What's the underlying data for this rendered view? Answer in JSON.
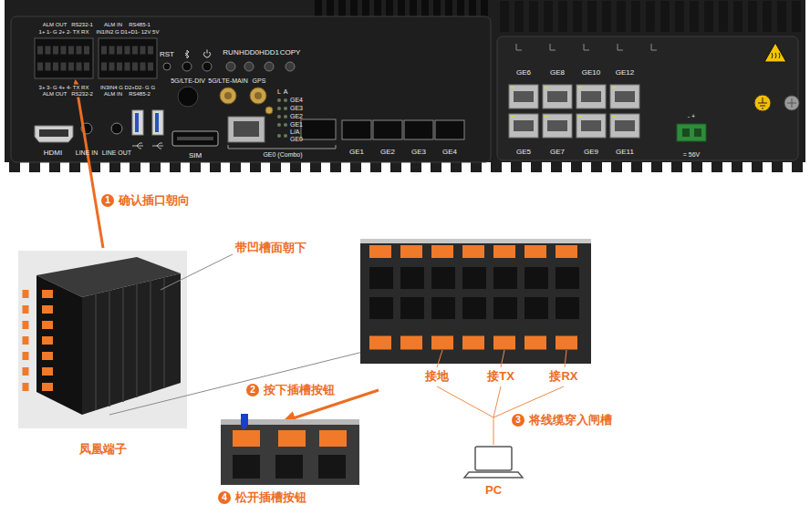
{
  "diagram": {
    "nodes": [
      {
        "text": [
          "凤凰端子"
        ]
      },
      {
        "text": [
          "PC"
        ]
      }
    ],
    "labels": [
      "ALM OUT",
      "RS232-1",
      "1+ 1- G 2+ 2- TX RX",
      "ALM IN",
      "RS485-1",
      "IN1IN2 G D1+D1- 12V 5V",
      "3+ 3- G 4+ 4- TX RX",
      "ALM OUT",
      "RS232-2",
      "IN3IN4 G D2+D2- G G",
      "ALM IN",
      "RS485-2",
      "RST",
      "RUN",
      "HDD0",
      "HDD1",
      "COPY",
      "5G/LTE-DIV",
      "5G/LTE-MAIN",
      "GPS",
      "L",
      "A",
      "GE4",
      "GE3",
      "GE2",
      "GE1",
      "L/A",
      "GE0",
      "GE0 (Combo)",
      "GE1",
      "GE2",
      "GE3",
      "GE4",
      "HDMI",
      "LINE IN",
      "LINE OUT",
      "SIM",
      "GE6",
      "GE8",
      "GE10",
      "GE12",
      "GE5",
      "GE7",
      "GE9",
      "GE11",
      "= 56V",
      "1",
      "确认插口朝向",
      "带凹槽面朝下",
      "2",
      "按下插槽按钮",
      "接地",
      "接TX",
      "接RX",
      "3",
      "将线缆穿入闸槽",
      "4",
      "松开插槽按钮",
      "- +"
    ]
  }
}
